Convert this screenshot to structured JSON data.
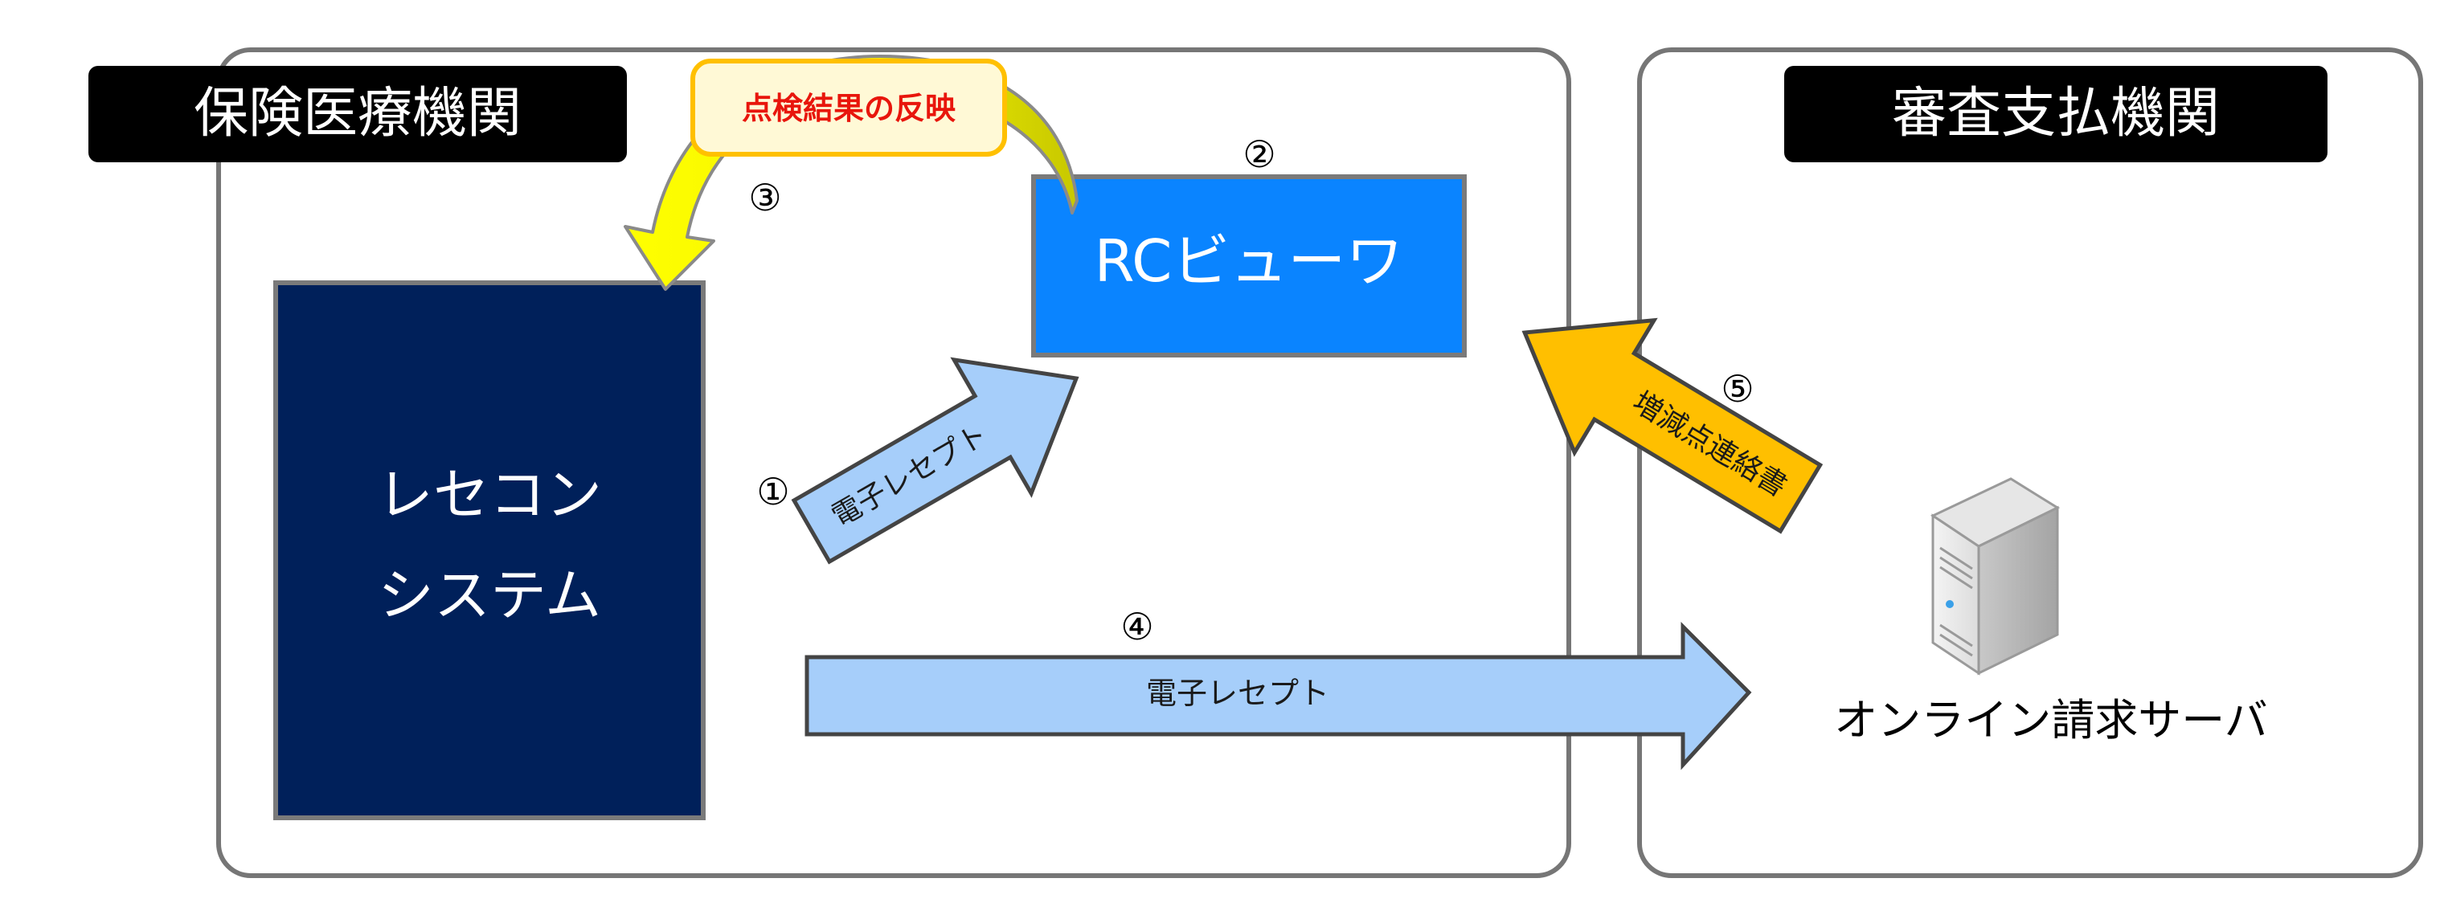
{
  "left_panel": {
    "title": "保険医療機関"
  },
  "right_panel": {
    "title": "審査支払機関"
  },
  "receipt_system": {
    "label_line1": "レセコン",
    "label_line2": "システム"
  },
  "rc_viewer": {
    "label": "RCビューワ"
  },
  "server": {
    "label": "オンライン請求サーバ",
    "icon": "server-icon"
  },
  "callout": {
    "label": "点検結果の反映"
  },
  "arrows": {
    "e_receipt_diag": "電子レセプト",
    "e_receipt_long": "電子レセプト",
    "adjustment_notice": "増減点連絡書"
  },
  "steps": {
    "s1": "①",
    "s2": "②",
    "s3": "③",
    "s4": "④",
    "s5": "⑤"
  },
  "colors": {
    "panel_border": "#767676",
    "title_bg": "#000000",
    "title_text": "#ffffff",
    "receipt_system_bg": "#00205a",
    "rc_viewer_bg": "#0a84ff",
    "light_arrow": "#a6cefa",
    "orange_arrow": "#ffbf00",
    "callout_bg": "#fff9d6",
    "callout_border": "#ffc000",
    "callout_text": "#e8160c",
    "curve_arrow": "#ffff00",
    "curve_arrow_dark": "#cccc00"
  }
}
